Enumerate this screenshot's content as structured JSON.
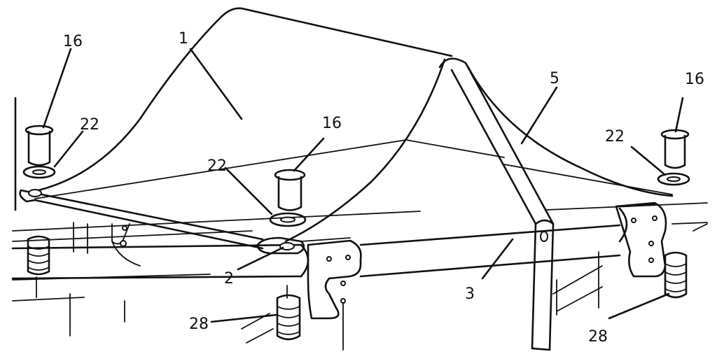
{
  "labels": {
    "canopy": "1",
    "pivot": "2",
    "rail": "3",
    "rear_panel": "5",
    "cap": "16",
    "washer": "22",
    "spring": "28"
  },
  "colors": {
    "ink": "#111111",
    "paper": "#ffffff"
  }
}
